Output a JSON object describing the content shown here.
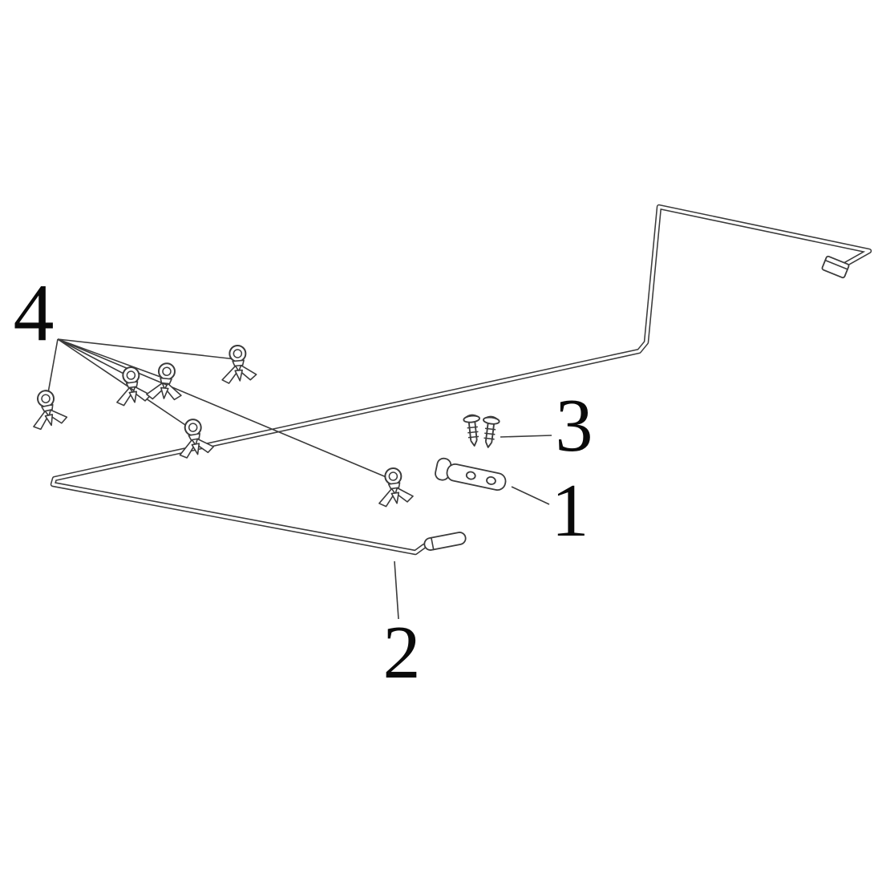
{
  "diagram": {
    "background_color": "#ffffff",
    "line_color": "#3a3a3a",
    "text_color": "#0a0a0a",
    "callouts": [
      {
        "label": "1",
        "part": "anchor-bracket"
      },
      {
        "label": "2",
        "part": "lower-rod"
      },
      {
        "label": "3",
        "part": "push-rivets"
      },
      {
        "label": "4",
        "part": "retainer-clips"
      }
    ],
    "part_counts": {
      "retainer_clips": 6,
      "push_rivets": 2,
      "bracket": 1,
      "rods": 2
    }
  }
}
